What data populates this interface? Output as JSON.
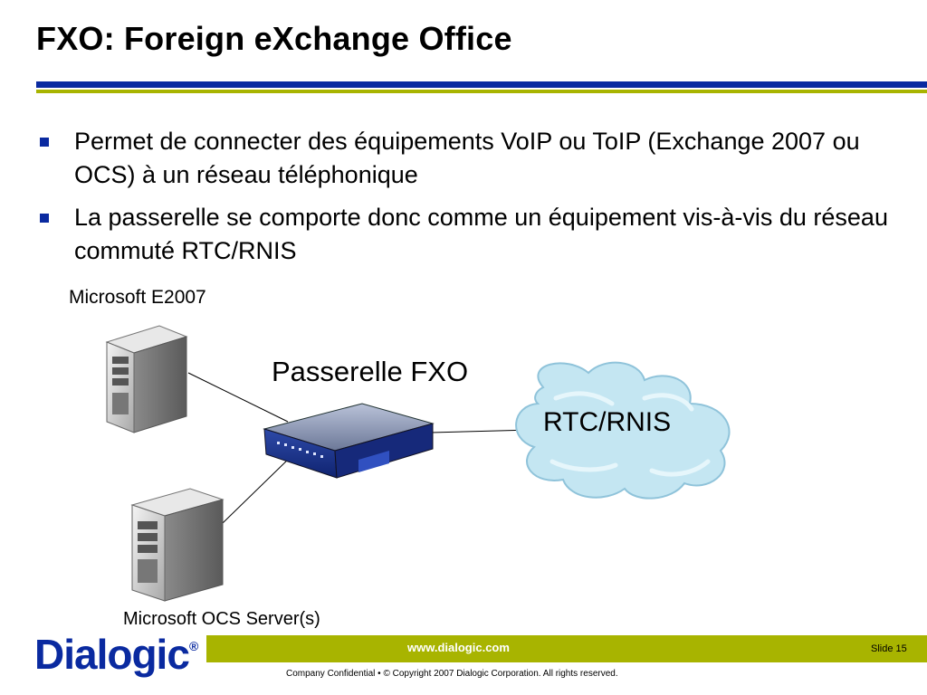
{
  "title": "FXO: Foreign eXchange Office",
  "bullets": [
    "Permet de connecter des équipements VoIP ou ToIP (Exchange 2007 ou OCS) à un réseau téléphonique",
    "La passerelle se comporte donc comme un équipement vis-à-vis du réseau commuté RTC/RNIS"
  ],
  "diagram": {
    "server_top_label": "Microsoft E2007",
    "gateway_label": "Passerelle FXO",
    "cloud_label": "RTC/RNIS",
    "server_bottom_label": "Microsoft OCS Server(s)"
  },
  "footer": {
    "logo": "Dialogic",
    "logo_mark": "®",
    "url": "www.dialogic.com",
    "slide": "Slide 15",
    "confidential": "Company Confidential  •  © Copyright 2007 Dialogic Corporation.  All rights reserved."
  },
  "colors": {
    "accent_blue": "#0a2aa0",
    "accent_olive": "#a8b400",
    "cloud": "#c4e6f2"
  }
}
